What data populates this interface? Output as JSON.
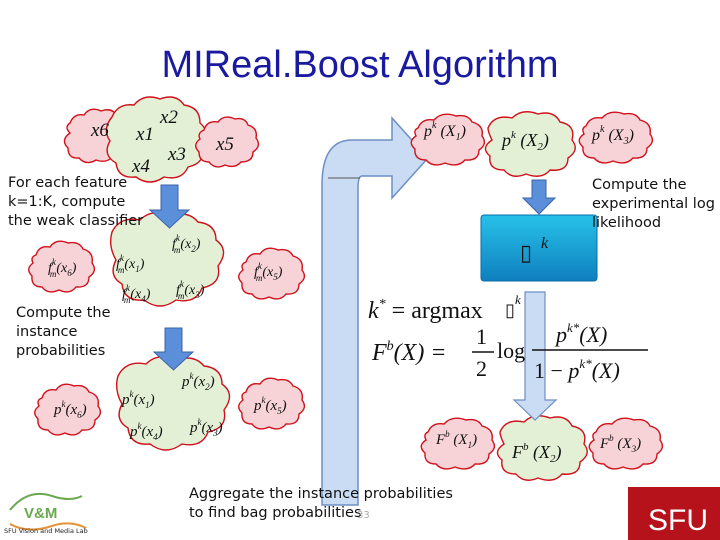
{
  "title": "MIReal.Boost Algorithm",
  "labels": {
    "weak_classifier": [
      "For each feature",
      "k=1:K, compute",
      "the weak classifier"
    ],
    "instance_prob": [
      "Compute the",
      "instance",
      "probabilities"
    ],
    "experimental": [
      "Compute the",
      "experimental log",
      "likelihood"
    ],
    "aggregate": [
      "Aggregate the instance probabilities",
      "to find bag probabilities"
    ]
  },
  "instances": {
    "x6": "x6",
    "x1": "x1",
    "x2": "x2",
    "x3": "x3",
    "x4": "x4",
    "x5": "x5"
  },
  "bag_probs": [
    "p^k(X_1)",
    "p^k(X_2)",
    "p^k(X_3)"
  ],
  "bag_scores": [
    "F^b(X_1)",
    "F^b(X_2)",
    "F^b(X_3)"
  ],
  "footer": {
    "lab_name": "SFU Vision and Media Lab",
    "lab_logo_text": "V&M",
    "page_number": "33",
    "university": "SFU"
  },
  "colors": {
    "title": "#1a1aa0",
    "cloud_pink_fill": "#f7d3d8",
    "cloud_green_fill": "#e3f0d6",
    "cloud_stroke": "#d0101a",
    "arrow_fill": "#5b8fd9",
    "sfu_red": "#b5121b"
  }
}
